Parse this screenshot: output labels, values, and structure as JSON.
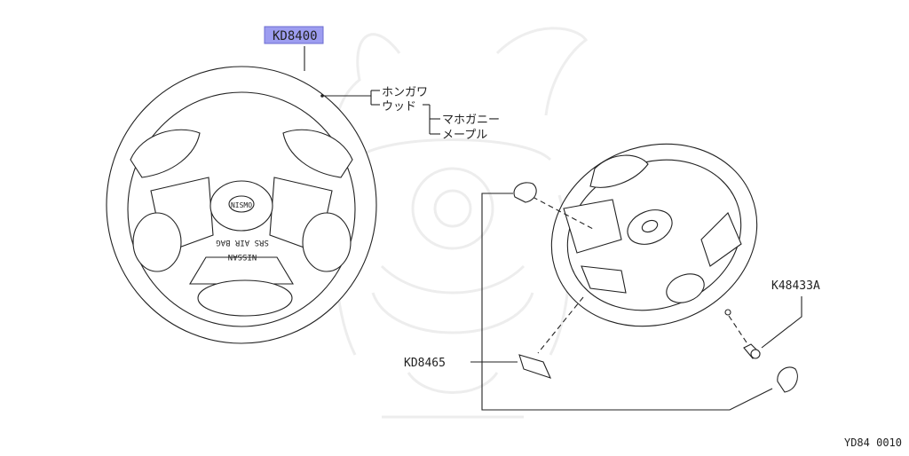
{
  "diagram": {
    "figure_code": "YD84 0010",
    "parts": [
      {
        "id": "steering-wheel",
        "part_number": "KD8400",
        "highlighted": true
      },
      {
        "id": "horn-button-trim",
        "part_number": "KD8465"
      },
      {
        "id": "screw",
        "part_number": "K48433A"
      }
    ],
    "variant_labels": {
      "horn_side": "ホンガワ",
      "wood": "ウッド",
      "mahogany": "マホガニー",
      "maple": "メープル"
    },
    "hub_markings": {
      "line1": "SRS AIR BAG",
      "line2": "NISSAN",
      "emblem": "NISMO"
    }
  },
  "colors": {
    "highlight": "#9d9df0",
    "line": "#222222"
  }
}
